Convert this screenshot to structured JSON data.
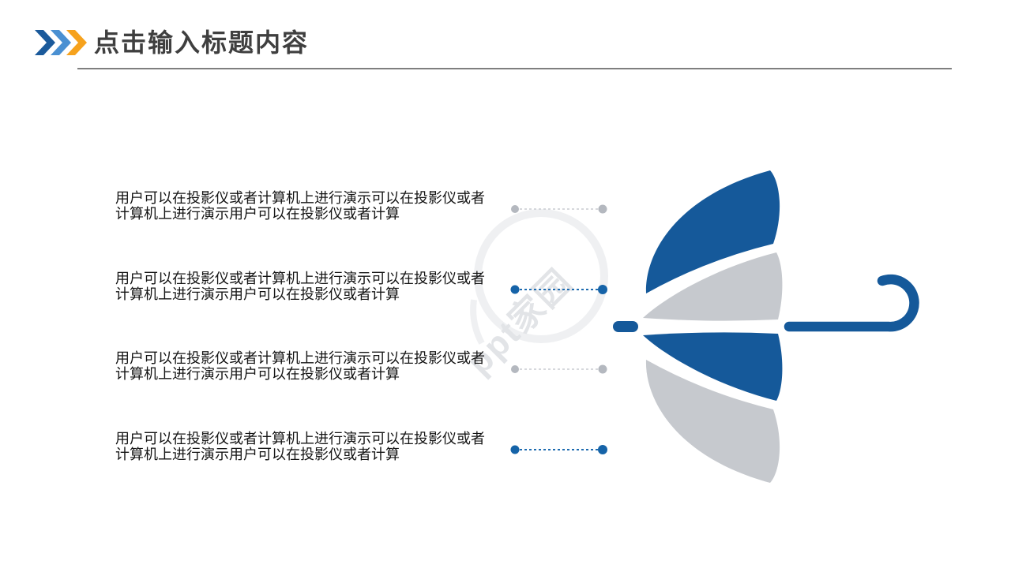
{
  "slide": {
    "title": "点击输入标题内容",
    "divider_color": "#7f7f7f",
    "chevrons": {
      "c1": "#1b5a9b",
      "c2": "#4a90d2",
      "c3": "#f6a21d"
    }
  },
  "watermark": {
    "text": "ppt家园"
  },
  "items": [
    {
      "line1": "用户可以在投影仪或者计算机上进行演示可以在投影仪或者",
      "line2": "计算机上进行演示用户可以在投影仪或者计算",
      "dot_color": "#b4b8bf",
      "line_color": "#c9ccd1"
    },
    {
      "line1": "用户可以在投影仪或者计算机上进行演示可以在投影仪或者",
      "line2": "计算机上进行演示用户可以在投影仪或者计算",
      "dot_color": "#1563a8",
      "line_color": "#1d6bb0"
    },
    {
      "line1": "用户可以在投影仪或者计算机上进行演示可以在投影仪或者",
      "line2": "计算机上进行演示用户可以在投影仪或者计算",
      "dot_color": "#b4b8bf",
      "line_color": "#c9ccd1"
    },
    {
      "line1": "用户可以在投影仪或者计算机上进行演示可以在投影仪或者",
      "line2": "计算机上进行演示用户可以在投影仪或者计算",
      "dot_color": "#1563a8",
      "line_color": "#1d6bb0"
    }
  ],
  "umbrella": {
    "blue": "#15599a",
    "gray": "#c6c9ce"
  }
}
